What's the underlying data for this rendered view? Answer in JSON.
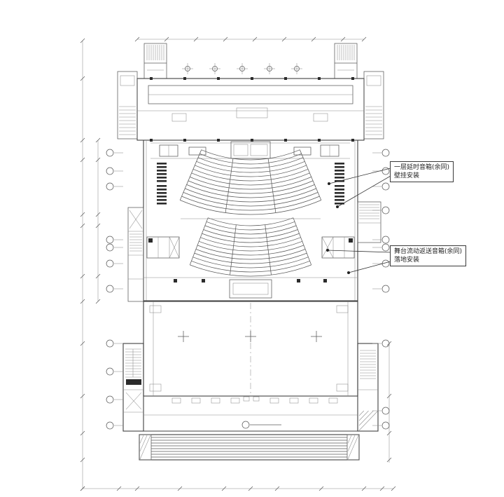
{
  "drawing": {
    "callouts": {
      "delay": {
        "line1": "一层延时音箱(余同)",
        "line2": "壁挂安装"
      },
      "monitor": {
        "line1": "舞台流动返送音箱(余同)",
        "line2": "落地安装"
      }
    },
    "colors": {
      "wall_line": "#3f3f3f",
      "medium_line": "#5a5a5a",
      "light_line": "#8c8c8c",
      "dark_fill": "#2b2b2b",
      "background": "#ffffff"
    }
  }
}
